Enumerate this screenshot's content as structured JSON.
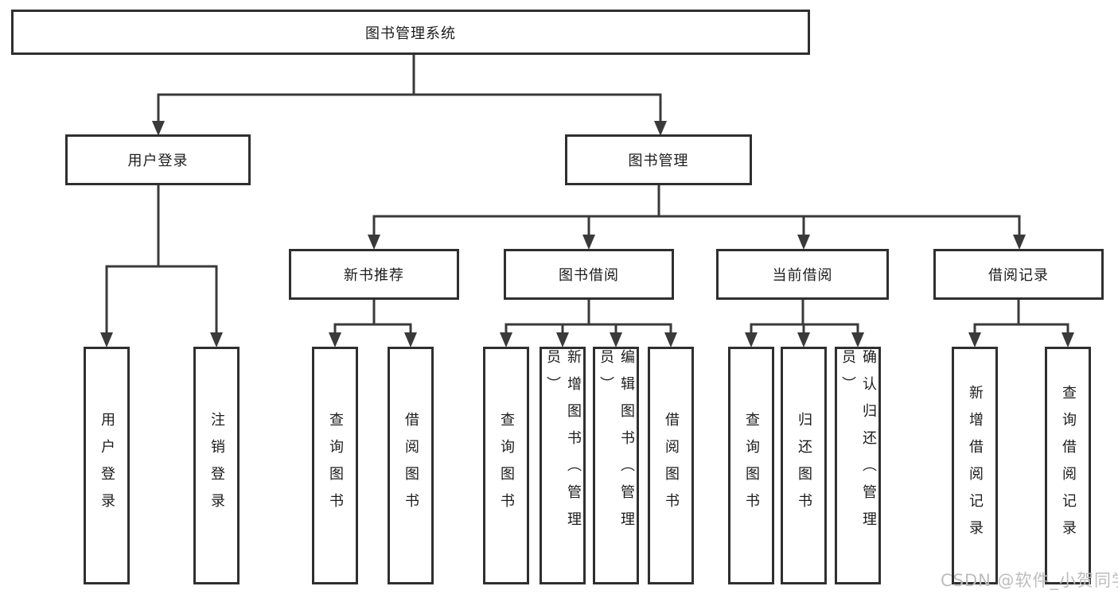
{
  "diagram": {
    "title": "图书管理系统",
    "type": "hierarchy-tree",
    "levels": 4
  },
  "nodes": {
    "root": {
      "label": "图书管理系统",
      "parent": null
    },
    "user_login": {
      "label": "用户登录",
      "parent": "root"
    },
    "book_management": {
      "label": "图书管理",
      "parent": "root"
    },
    "leaf_user_login": {
      "label": "用户登录",
      "parent": "user_login"
    },
    "leaf_logout": {
      "label": "注销登录",
      "parent": "user_login"
    },
    "new_book_recommendation": {
      "label": "新书推荐",
      "parent": "book_management"
    },
    "book_borrowing": {
      "label": "图书借阅",
      "parent": "book_management"
    },
    "current_borrowing": {
      "label": "当前借阅",
      "parent": "book_management"
    },
    "borrowing_records": {
      "label": "借阅记录",
      "parent": "book_management"
    },
    "leaf_recommend_query": {
      "label": "查询图书",
      "parent": "new_book_recommendation"
    },
    "leaf_recommend_borrow": {
      "label": "借阅图书",
      "parent": "new_book_recommendation"
    },
    "leaf_borrow_query": {
      "label": "查询图书",
      "parent": "book_borrowing"
    },
    "leaf_borrow_add": {
      "label": "新增图书（管理员）",
      "parent": "book_borrowing"
    },
    "leaf_borrow_edit": {
      "label": "编辑图书（管理员）",
      "parent": "book_borrowing"
    },
    "leaf_borrow_borrow": {
      "label": "借阅图书",
      "parent": "book_borrowing"
    },
    "leaf_current_query": {
      "label": "查询图书",
      "parent": "current_borrowing"
    },
    "leaf_current_return": {
      "label": "归还图书",
      "parent": "current_borrowing"
    },
    "leaf_current_confirm": {
      "label": "确认归还（管理员）",
      "parent": "current_borrowing"
    },
    "leaf_records_add": {
      "label": "新增借阅记录",
      "parent": "borrowing_records"
    },
    "leaf_records_query": {
      "label": "查询借阅记录",
      "parent": "borrowing_records"
    }
  },
  "watermark": {
    "text": "CSDN @软件_小贺同学"
  },
  "colors": {
    "box_border": "#2f2f2f",
    "connector": "#3a3a3a",
    "label_text": "#1c1c1c",
    "background": "#ffffff",
    "watermark": "#bdbdbd"
  }
}
